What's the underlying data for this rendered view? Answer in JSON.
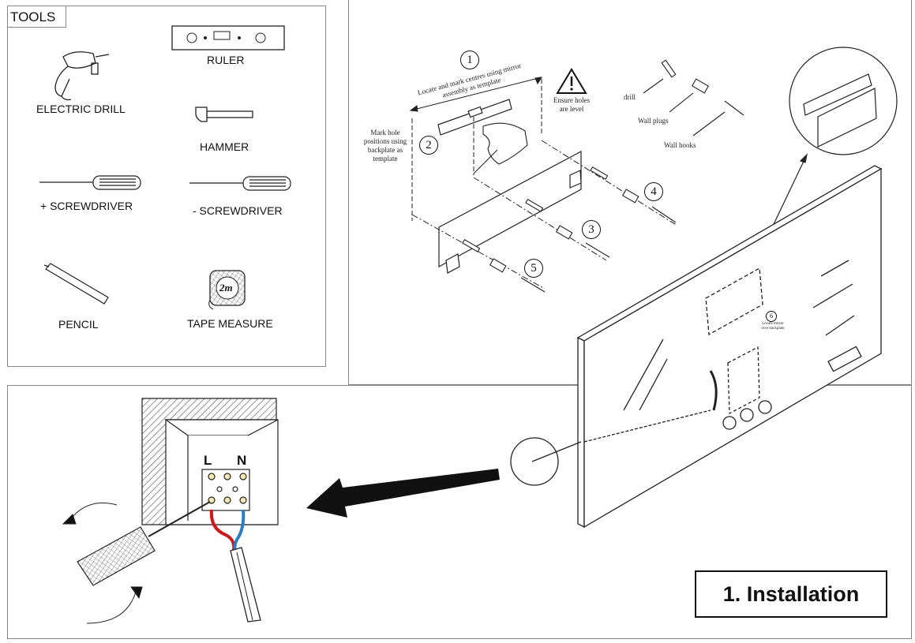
{
  "tools": {
    "title": "TOOLS",
    "ruler": "RULER",
    "drill": "ELECTRIC DRILL",
    "hammer": "HAMMER",
    "plus_screwdriver": "+ SCREWDRIVER",
    "minus_screwdriver": "- SCREWDRIVER",
    "pencil": "PENCIL",
    "tape_measure": "TAPE MEASURE",
    "tape_marking": "2m"
  },
  "installation": {
    "step_numbers": [
      "1",
      "2",
      "3",
      "4",
      "5",
      "6"
    ],
    "step1_text": "Locate and mark centres using mirror assembly as template",
    "step2_text": "Mark hole positions using backplate as template",
    "warning_text": "Ensure holes are level",
    "drill_label": "drill",
    "wall_plugs_label": "Wall plugs",
    "wall_hooks_label": "Wall hooks",
    "step6_text": "Locate mirror over backplate",
    "title": "1. Installation"
  },
  "wiring": {
    "live_label": "L",
    "neutral_label": "N",
    "live_wire_color": "#cc1a1a",
    "neutral_wire_color": "#2a7fc4"
  }
}
